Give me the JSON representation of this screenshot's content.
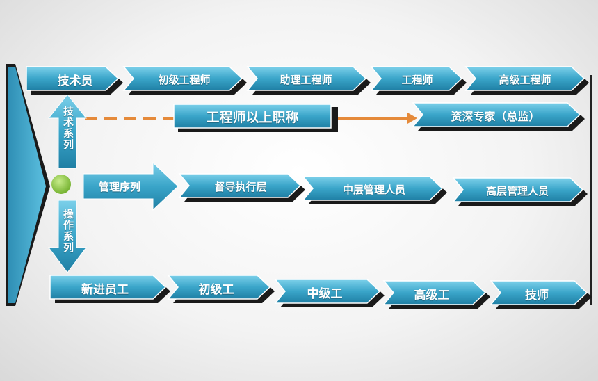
{
  "tech": [
    "技术员",
    "初级工程师",
    "助理工程师",
    "工程师",
    "高级工程师"
  ],
  "tech_mid": {
    "label": "工程师以上职称",
    "target": "资深专家（总监）"
  },
  "tech_series": "技术系列",
  "mgmt_series": "管理序列",
  "mgmt": [
    "督导执行层",
    "中层管理人员",
    "高层管理人员"
  ],
  "ops_series": "操作系列",
  "ops": [
    "新进员工",
    "初级工",
    "中级工",
    "高级工",
    "技师"
  ],
  "colors": {
    "arrow": "#3aa1c6",
    "arrow_light": "#64bfdd",
    "shadow": "#1a1a1a",
    "dash": "#e58a3a",
    "dot": "#8fc641"
  }
}
